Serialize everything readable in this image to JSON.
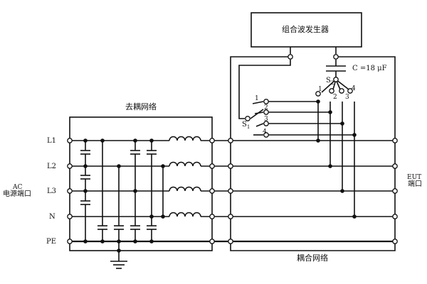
{
  "generator": {
    "title": "组合波发生器"
  },
  "capacitor": {
    "label": "C =18 μF"
  },
  "decoupling": {
    "title": "去耦网络"
  },
  "coupling": {
    "title": "耦合网络"
  },
  "ac_port": {
    "line1": "AC",
    "line2": "电源端口"
  },
  "eut_port": {
    "line1": "EUT",
    "line2": "端口"
  },
  "lines": [
    "L1",
    "L2",
    "L3",
    "N",
    "PE"
  ],
  "switch_s1": {
    "label": "S",
    "sub": "1",
    "positions": [
      "1",
      "2",
      "3",
      "4"
    ]
  },
  "switch_s2": {
    "label": "S",
    "sub": "2",
    "positions": [
      "1",
      "2",
      "3",
      "4"
    ]
  }
}
